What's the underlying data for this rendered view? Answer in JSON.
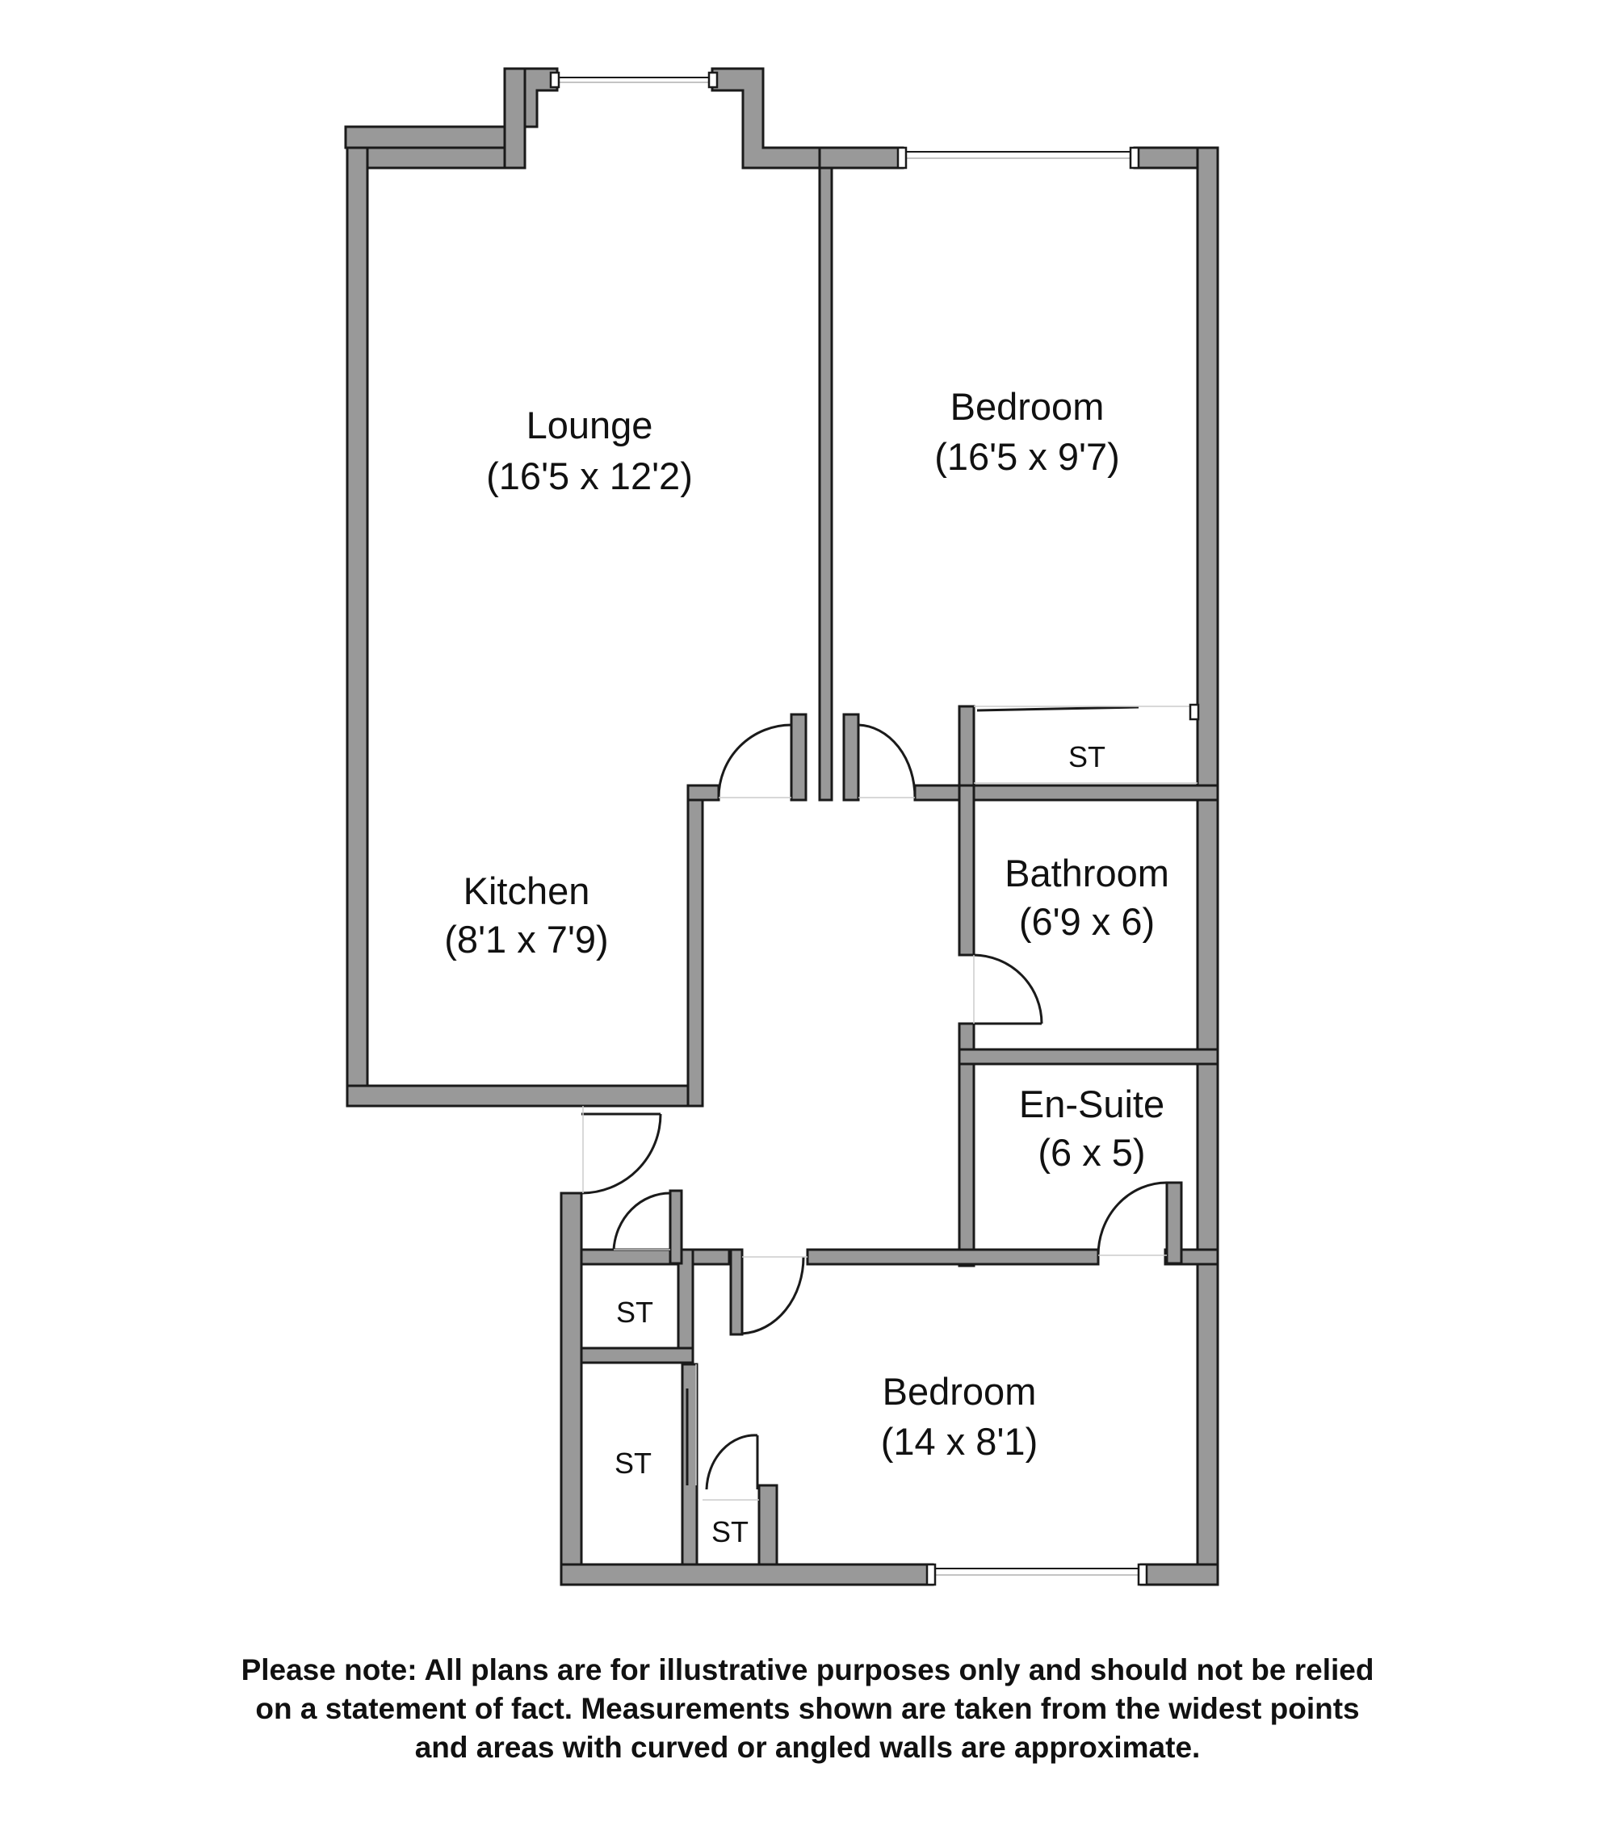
{
  "rooms": {
    "lounge": {
      "name": "Lounge",
      "size": "(16'5 x 12'2)"
    },
    "bedroom_1": {
      "name": "Bedroom",
      "size": "(16'5 x 9'7)"
    },
    "kitchen": {
      "name": "Kitchen",
      "size": "(8'1 x 7'9)"
    },
    "bathroom": {
      "name": "Bathroom",
      "size": "(6'9 x 6)"
    },
    "en_suite": {
      "name": "En-Suite",
      "size": "(6 x 5)"
    },
    "bedroom_2": {
      "name": "Bedroom",
      "size": "(14 x 8'1)"
    }
  },
  "storage": {
    "bedroom_1_st": "ST",
    "hall_st": "ST",
    "bedroom_2_st_left": "ST",
    "bedroom_2_st_small": "ST"
  },
  "disclaimer": {
    "line1": "Please note: All plans are for illustrative purposes only and should not be relied",
    "line2": "on a statement of fact. Measurements shown are taken from the widest points",
    "line3": "and areas with curved or angled walls are approximate."
  },
  "colors": {
    "wall_fill": "#999999",
    "wall_outline": "#1a1a1a",
    "background": "#ffffff"
  }
}
